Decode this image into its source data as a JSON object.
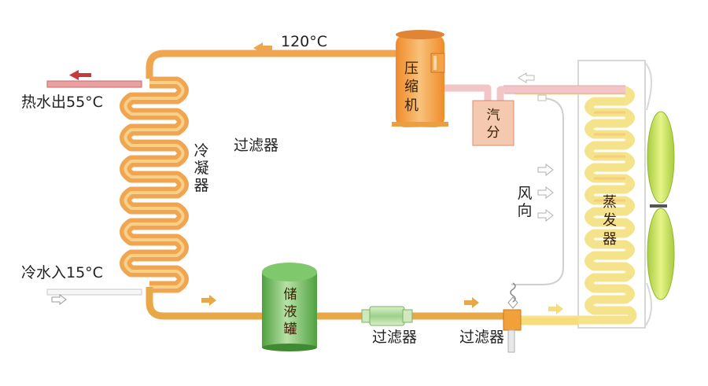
{
  "labels": {
    "temp_top": "120°C",
    "hot_water_out": "热水出55°C",
    "cold_water_in": "冷水入15°C",
    "condenser": "冷凝器",
    "filter_upper": "过滤器",
    "filter_middle": "过滤器",
    "filter_right": "过滤器",
    "compressor": "压缩机",
    "separator": "汽分",
    "evaporator": "蒸发器",
    "receiver": "储液罐",
    "wind_direction": "风向"
  },
  "colors": {
    "pipe_hot": "#f0a650",
    "pipe_liquid": "#e8a848",
    "pipe_suction": "#f2c6c6",
    "hot_water_arrow": "#c83a3a",
    "compressor": "#f4a347",
    "receiver": "#6cba58",
    "evaporator_coil": "#f4e38a",
    "fan_blade": "#c8e25a"
  }
}
